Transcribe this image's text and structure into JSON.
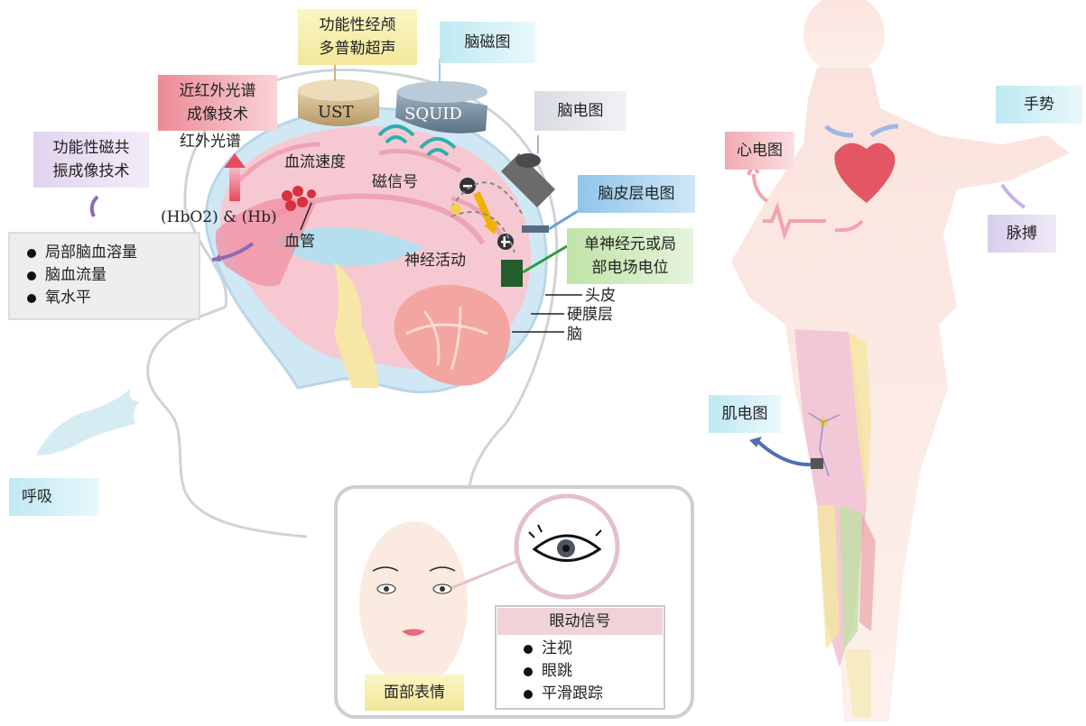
{
  "labels": {
    "tcd": [
      "功能性经颅",
      "多普勒超声"
    ],
    "meg": "脑磁图",
    "nirs": [
      "近红外光谱",
      "成像技术"
    ],
    "fmri": [
      "功能性磁共",
      "振成像技术"
    ],
    "eeg": "脑电图",
    "ecog": "脑皮层电图",
    "single_unit": [
      "单神经元或局",
      "部电场电位"
    ],
    "ecg": "心电图",
    "gesture": "手势",
    "pulse": "脉搏",
    "emg": "肌电图",
    "respiration": "呼吸",
    "facial": "面部表情",
    "device_ust": "UST",
    "device_squid": "SQUID",
    "ir_spectrum": "红外光谱",
    "blood_flow_speed": "血流速度",
    "magnetic_signal": "磁信号",
    "hb": "(HbO2) & (Hb)",
    "vessel": "血管",
    "neural_activity": "神经活动",
    "scalp": "头皮",
    "dura": "硬膜层",
    "brain": "脑"
  },
  "blood_box": [
    "局部脑血溶量",
    "脑血流量",
    "氧水平"
  ],
  "eye_box": {
    "title": "眼动信号",
    "items": [
      "注视",
      "眼跳",
      "平滑跟踪"
    ]
  }
}
